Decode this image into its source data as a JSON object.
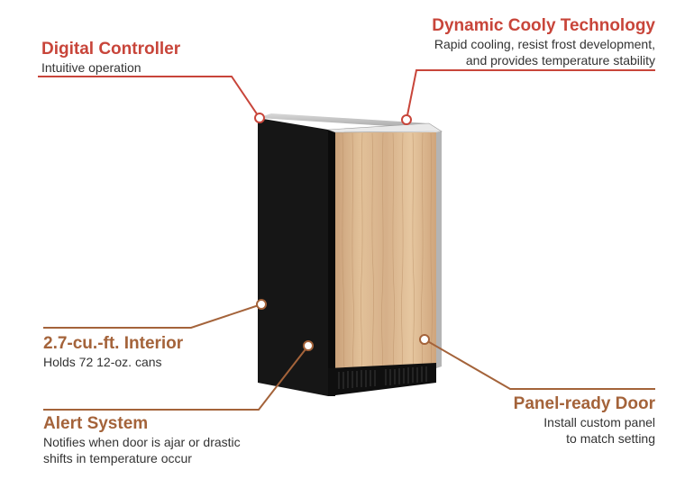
{
  "colors": {
    "red_accent": "#c8453a",
    "copper_accent": "#a4633a",
    "cabinet": "#151515",
    "wood": "#d9b48a"
  },
  "callouts": {
    "digital_controller": {
      "title": "Digital Controller",
      "desc": [
        "Intuitive operation"
      ]
    },
    "dynamic_cooly": {
      "title": "Dynamic Cooly Technology",
      "desc": [
        "Rapid cooling, resist frost development,",
        "and provides temperature stability"
      ]
    },
    "interior": {
      "title": "2.7-cu.-ft. Interior",
      "desc": [
        "Holds 72 12-oz. cans"
      ]
    },
    "alert_system": {
      "title": "Alert System",
      "desc": [
        "Notifies when door is ajar or drastic",
        "shifts in temperature occur"
      ]
    },
    "panel_door": {
      "title": "Panel-ready Door",
      "desc": [
        "Install custom panel",
        "to match setting"
      ]
    }
  }
}
